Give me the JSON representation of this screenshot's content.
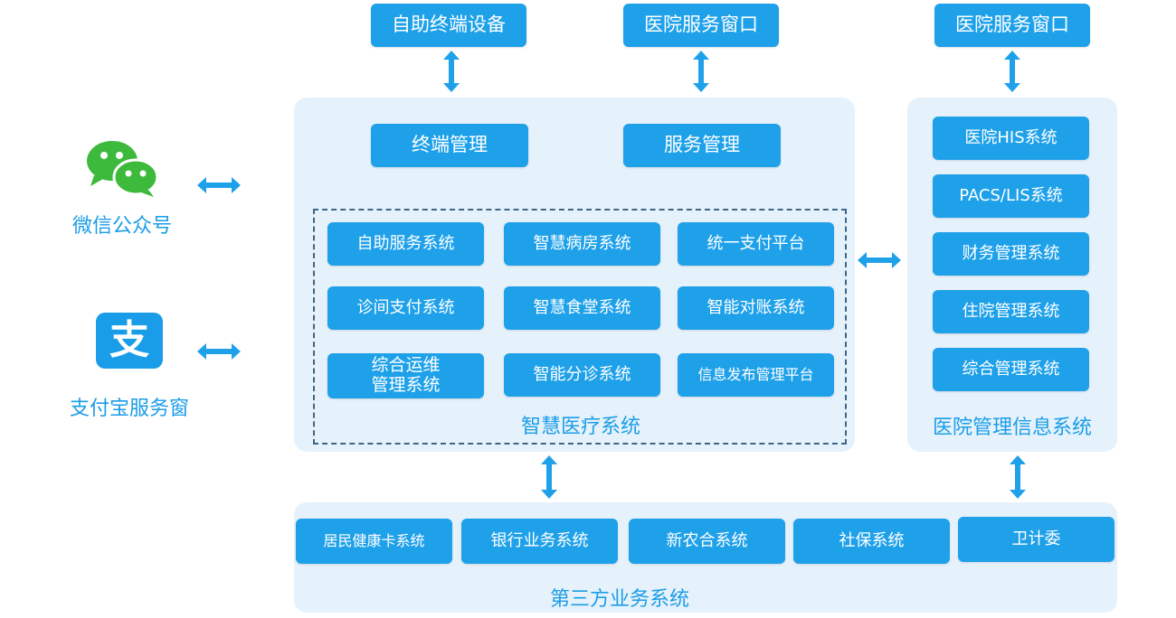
{
  "colors": {
    "box": "#1fa1ea",
    "panel": "#e6f2fb",
    "caption": "#1a9de8",
    "arrow": "#1fa1ea",
    "wechat": "#3dba3b",
    "alipay": "#1a9de8"
  },
  "top_boxes": {
    "self_terminal": "自助终端设备",
    "hospital_window_1": "医院服务窗口",
    "hospital_window_2": "医院服务窗口"
  },
  "left_channels": {
    "wechat": {
      "icon": "wechat-icon",
      "label": "微信公众号"
    },
    "alipay": {
      "icon": "alipay-icon",
      "glyph": "支",
      "label": "支付宝服务窗"
    }
  },
  "center": {
    "terminal_mgmt": "终端管理",
    "service_mgmt": "服务管理",
    "grid": [
      [
        "自助服务系统",
        "智慧病房系统",
        "统一支付平台"
      ],
      [
        "诊间支付系统",
        "智慧食堂系统",
        "智能对账系统"
      ],
      [
        [
          "综合运维",
          "管理系统"
        ],
        "智能分诊系统",
        "信息发布管理平台"
      ]
    ],
    "caption": "智慧医疗系统"
  },
  "right": {
    "items": [
      "医院HIS系统",
      "PACS/LIS系统",
      "财务管理系统",
      "住院管理系统",
      "综合管理系统"
    ],
    "caption": "医院管理信息系统"
  },
  "bottom": {
    "items": [
      "居民健康卡系统",
      "银行业务系统",
      "新农合系统",
      "社保系统",
      "卫计委"
    ],
    "caption": "第三方业务系统"
  }
}
